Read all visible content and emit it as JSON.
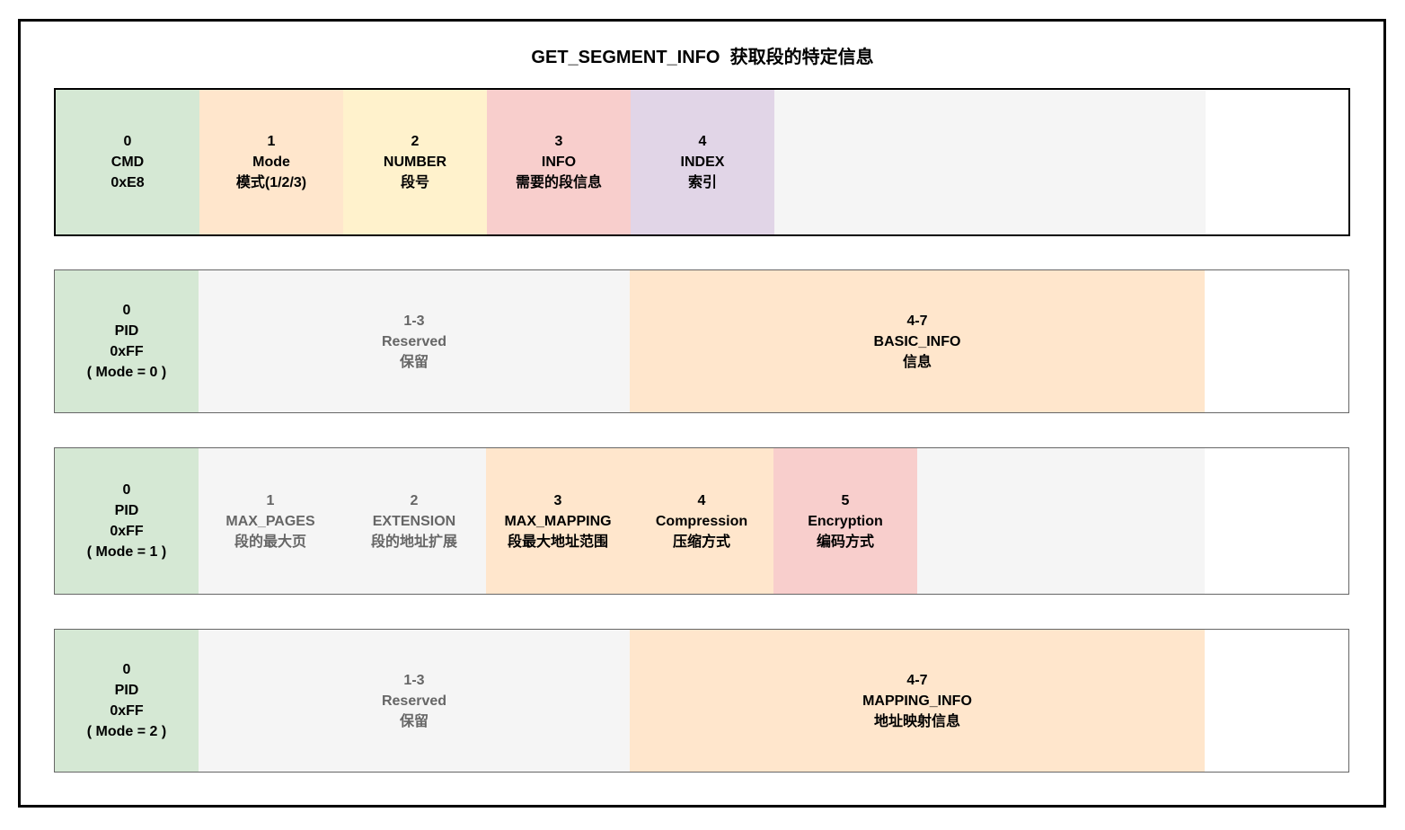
{
  "title": "GET_SEGMENT_INFO  获取段的特定信息",
  "colors": {
    "outer_border": "#000000",
    "row_border": "#666666",
    "gray_text": "#666666",
    "green": "#d5e8d4",
    "orange": "#ffe6cc",
    "yellow": "#fff2cc",
    "red": "#f8cecc",
    "purple": "#e1d5e7",
    "gray": "#f5f5f5",
    "background": "#ffffff"
  },
  "rows": [
    {
      "cells": [
        {
          "color": "#d5e8d4",
          "text": [
            "0",
            "CMD",
            "0xE8"
          ]
        },
        {
          "color": "#ffe6cc",
          "text": [
            "1",
            "Mode",
            "模式(1/2/3)"
          ]
        },
        {
          "color": "#fff2cc",
          "text": [
            "2",
            "NUMBER",
            "段号"
          ]
        },
        {
          "color": "#f8cecc",
          "text": [
            "3",
            "INFO",
            "需要的段信息"
          ]
        },
        {
          "color": "#e1d5e7",
          "text": [
            "4",
            "INDEX",
            "索引"
          ]
        },
        {
          "color": "#f5f5f5",
          "text": []
        },
        {
          "color": null,
          "text": []
        }
      ]
    },
    {
      "cells": [
        {
          "color": "#d5e8d4",
          "text": [
            "0",
            "PID",
            "0xFF",
            "( Mode = 0 )"
          ]
        },
        {
          "color": "#f5f5f5",
          "text": [
            "1-3",
            "Reserved",
            "保留"
          ]
        },
        {
          "color": "#ffe6cc",
          "text": [
            "4-7",
            "BASIC_INFO",
            "信息"
          ]
        },
        {
          "color": null,
          "text": []
        }
      ]
    },
    {
      "cells": [
        {
          "color": "#d5e8d4",
          "text": [
            "0",
            "PID",
            "0xFF",
            "( Mode = 1 )"
          ]
        },
        {
          "color": "#f5f5f5",
          "text": [
            "1",
            "MAX_PAGES",
            "段的最大页"
          ]
        },
        {
          "color": "#f5f5f5",
          "text": [
            "2",
            "EXTENSION",
            "段的地址扩展"
          ]
        },
        {
          "color": "#ffe6cc",
          "text": [
            "3",
            "MAX_MAPPING",
            "段最大地址范围"
          ]
        },
        {
          "color": "#ffe6cc",
          "text": [
            "4",
            "Compression",
            "压缩方式"
          ]
        },
        {
          "color": "#f8cecc",
          "text": [
            "5",
            "Encryption",
            "编码方式"
          ]
        },
        {
          "color": "#f5f5f5",
          "text": []
        },
        {
          "color": null,
          "text": []
        }
      ]
    },
    {
      "cells": [
        {
          "color": "#d5e8d4",
          "text": [
            "0",
            "PID",
            "0xFF",
            "( Mode = 2 )"
          ]
        },
        {
          "color": "#f5f5f5",
          "text": [
            "1-3",
            "Reserved",
            "保留"
          ]
        },
        {
          "color": "#ffe6cc",
          "text": [
            "4-7",
            "MAPPING_INFO",
            "地址映射信息"
          ]
        },
        {
          "color": null,
          "text": []
        }
      ]
    }
  ]
}
